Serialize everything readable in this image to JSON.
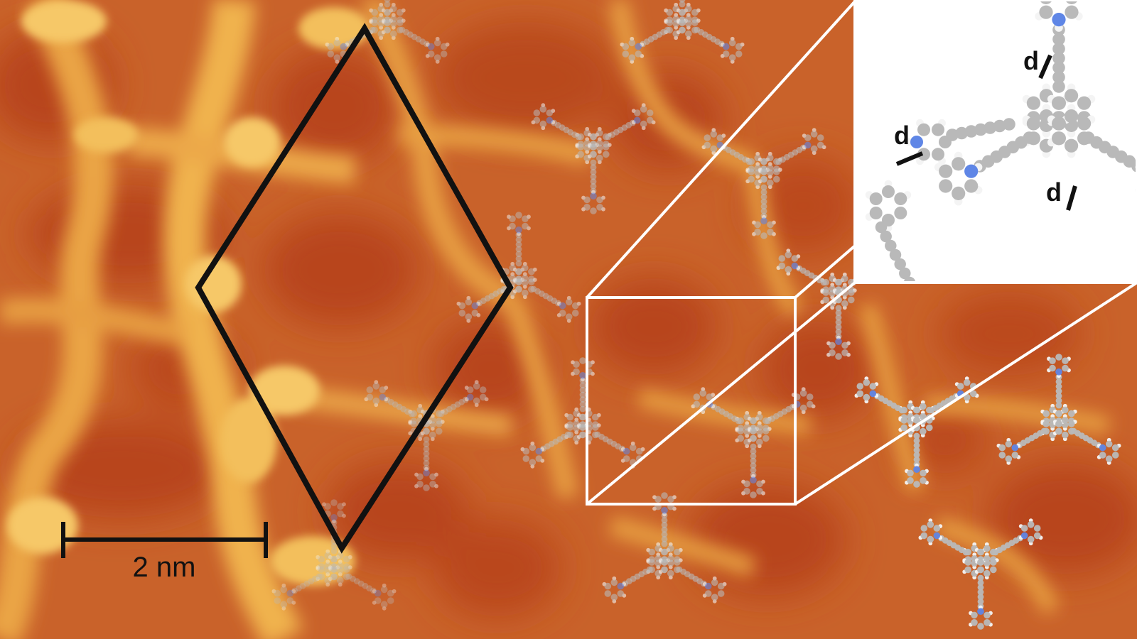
{
  "scale_bar": {
    "label": "2 nm"
  },
  "inset": {
    "distance_label": "d"
  },
  "colors": {
    "substrate_dark": "#b8441a",
    "substrate_mid": "#d2702e",
    "substrate_light": "#f0b64e",
    "carbon_atom": "#b9b9b9",
    "hydrogen_atom": "#f4f4f4",
    "nitrogen_atom": "#5f86e6",
    "unit_cell_outline": "#111111",
    "zoom_frame": "#ffffff"
  },
  "icons": [
    "unit-cell-rhombus",
    "scale-bar",
    "zoom-box",
    "molecule-model-overlay"
  ]
}
